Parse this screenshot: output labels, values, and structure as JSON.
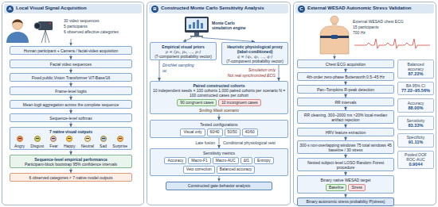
{
  "diagram": {
    "nodes": [
      {
        "text": [
          "A",
          "Local Visual Signal Acquisition"
        ]
      },
      {
        "text": [
          "Human participant + Camera / facial-video acquisition"
        ],
        "in": 0
      },
      {
        "text": [
          "Facial video sequences"
        ],
        "in": 0
      },
      {
        "text": [
          "Fixed public Vision Transformer ViT-Base/16"
        ],
        "in": 0
      },
      {
        "text": [
          "Frame-level logits"
        ],
        "in": 0
      },
      {
        "text": [
          "Mean-logit aggregation across the complete sequence"
        ],
        "in": 0
      },
      {
        "text": [
          "Sequence-level softmax"
        ],
        "in": 0
      },
      {
        "text": [
          "7 native visual outputs",
          "Angry",
          "Disgust",
          "Fear",
          "Happy",
          "Neutral",
          "Sad",
          "Surprise"
        ],
        "in": 0
      },
      {
        "text": [
          "Sequence-level empirical performance",
          "Participant-block bootstrap 95% confidence intervals"
        ],
        "in": 0
      },
      {
        "text": [
          "6 observed categories ≠ 7 native model outputs"
        ],
        "in": 0
      },
      {
        "text": [
          "B",
          "Constructed Monte Carlo Sensitivity Analysis"
        ]
      },
      {
        "text": [
          "Empirical visual priors",
          "p = (p₁, p₂, ..., p₇)",
          "(7-component probability vector)"
        ],
        "in": 10
      },
      {
        "text": [
          "Heuristic physiological proxy (label-conditioned)",
          "q = (q₁, q₂, ..., q₇)",
          "(7-component probability vector)"
        ],
        "in": 10
      },
      {
        "text": [
          "Paired constructed cohorts",
          "10 independent seeds × 100 cohorts 1,000 paired cohorts per scenario N = 100 constructed cases per cohort",
          "Smiling Mask scenario"
        ],
        "in": 10
      },
      {
        "text": [
          "90 congruent cases"
        ],
        "in": 13
      },
      {
        "text": [
          "10 incongruent cases"
        ],
        "in": 13
      },
      {
        "text": [
          "Tested configurations"
        ],
        "in": 10
      },
      {
        "text": [
          "Visual only"
        ],
        "in": 16
      },
      {
        "text": [
          "60/40"
        ],
        "in": 16
      },
      {
        "text": [
          "50/50"
        ],
        "in": 16
      },
      {
        "text": [
          "40/60"
        ],
        "in": 16
      },
      {
        "text": [
          "Sensitivity metrics"
        ],
        "in": 10
      },
      {
        "text": [
          "Accuracy"
        ],
        "in": 21
      },
      {
        "text": [
          "Macro-F1"
        ],
        "in": 21
      },
      {
        "text": [
          "Macro-AUC"
        ],
        "in": 21
      },
      {
        "text": [
          "Δf1"
        ],
        "in": 21
      },
      {
        "text": [
          "Entropy"
        ],
        "in": 21
      },
      {
        "text": [
          "Veto correction"
        ],
        "in": 21
      },
      {
        "text": [
          "Balanced accuracy"
        ],
        "in": 21
      },
      {
        "text": [
          "Constructed gate-behavior analysis"
        ],
        "in": 10
      },
      {
        "text": [
          "C",
          "External WESAD Autonomic Stress Validation"
        ]
      },
      {
        "text": [
          "Chest ECG acquisition"
        ],
        "in": 30
      },
      {
        "text": [
          "4th-order zero-phase Butterworth 0.5–45 Hz"
        ],
        "in": 30
      },
      {
        "text": [
          "Pan–Tompkins R-peak detection"
        ],
        "in": 30
      },
      {
        "text": [
          "RR intervals"
        ],
        "in": 30
      },
      {
        "text": [
          "RR cleaning, 300–2000 ms >20% local-median artifact rejection"
        ],
        "in": 30
      },
      {
        "text": [
          "HRV feature extraction"
        ],
        "in": 30
      },
      {
        "text": [
          "300-s non-overlapping windows 75 total windows 45 baseline / 30 stress"
        ],
        "in": 30
      },
      {
        "text": [
          "Nested subject-level LOSO Random Forest procedure"
        ],
        "in": 30
      },
      {
        "text": [
          "Binary native WESAD target"
        ],
        "in": 30
      },
      {
        "text": [
          "Baseline"
        ],
        "in": 39
      },
      {
        "text": [
          "Stress"
        ],
        "in": 39
      },
      {
        "text": [
          "Binary autonomic stress probability P(stress)"
        ],
        "in": 30
      },
      {
        "text": [
          "Balanced accuracy",
          "87.22%"
        ],
        "in": 30
      },
      {
        "text": [
          "BA 95% CI",
          "77.22–95.56%"
        ],
        "in": 30
      },
      {
        "text": [
          "Accuracy",
          "88.00%"
        ],
        "in": 30
      },
      {
        "text": [
          "Sensitivity",
          "83.33%"
        ],
        "in": 30
      },
      {
        "text": [
          "Specificity",
          "91.11%"
        ],
        "in": 30
      },
      {
        "text": [
          "Pooled OOF ROC-AUC",
          "0.9044"
        ],
        "in": 30
      }
    ],
    "edges": [
      {
        "from": 1,
        "to": 2,
        "arrow": "to"
      },
      {
        "from": 2,
        "to": 3,
        "arrow": "to"
      },
      {
        "from": 3,
        "to": 4,
        "arrow": "to"
      },
      {
        "from": 4,
        "to": 5,
        "arrow": "to"
      },
      {
        "from": 5,
        "to": 6,
        "arrow": "to"
      },
      {
        "from": 6,
        "to": 7,
        "arrow": "to"
      },
      {
        "from": 7,
        "to": 8,
        "arrow": "to"
      },
      {
        "from": 8,
        "to": 9,
        "arrow": "to"
      },
      {
        "from": 11,
        "to": 13,
        "arrow": "to"
      },
      {
        "from": 12,
        "to": 13,
        "arrow": "to"
      },
      {
        "from": 13,
        "to": 16,
        "arrow": "to"
      },
      {
        "from": 16,
        "to": 21,
        "arrow": "to"
      },
      {
        "from": 21,
        "to": 29,
        "arrow": "to"
      },
      {
        "from": 31,
        "to": 32,
        "arrow": "to"
      },
      {
        "from": 32,
        "to": 33,
        "arrow": "to"
      },
      {
        "from": 33,
        "to": 34,
        "arrow": "to"
      },
      {
        "from": 34,
        "to": 35,
        "arrow": "to"
      },
      {
        "from": 35,
        "to": 36,
        "arrow": "to"
      },
      {
        "from": 36,
        "to": 37,
        "arrow": "to"
      },
      {
        "from": 37,
        "to": 38,
        "arrow": "to"
      },
      {
        "from": 38,
        "to": 39,
        "arrow": "to"
      },
      {
        "from": 39,
        "to": 42,
        "arrow": "to"
      }
    ],
    "labels": [
      "30 video sequences",
      "5 participants",
      "6 observed affective categories",
      "Monte Carlo simulation engine",
      "Dirichlet sampling",
      "αc",
      "Simulation only",
      "Not real synchronized ECG",
      "Late fusion",
      "Conditional physiological veto",
      "External WESAD chest ECG",
      "15 participants",
      "700 Hz"
    ]
  }
}
